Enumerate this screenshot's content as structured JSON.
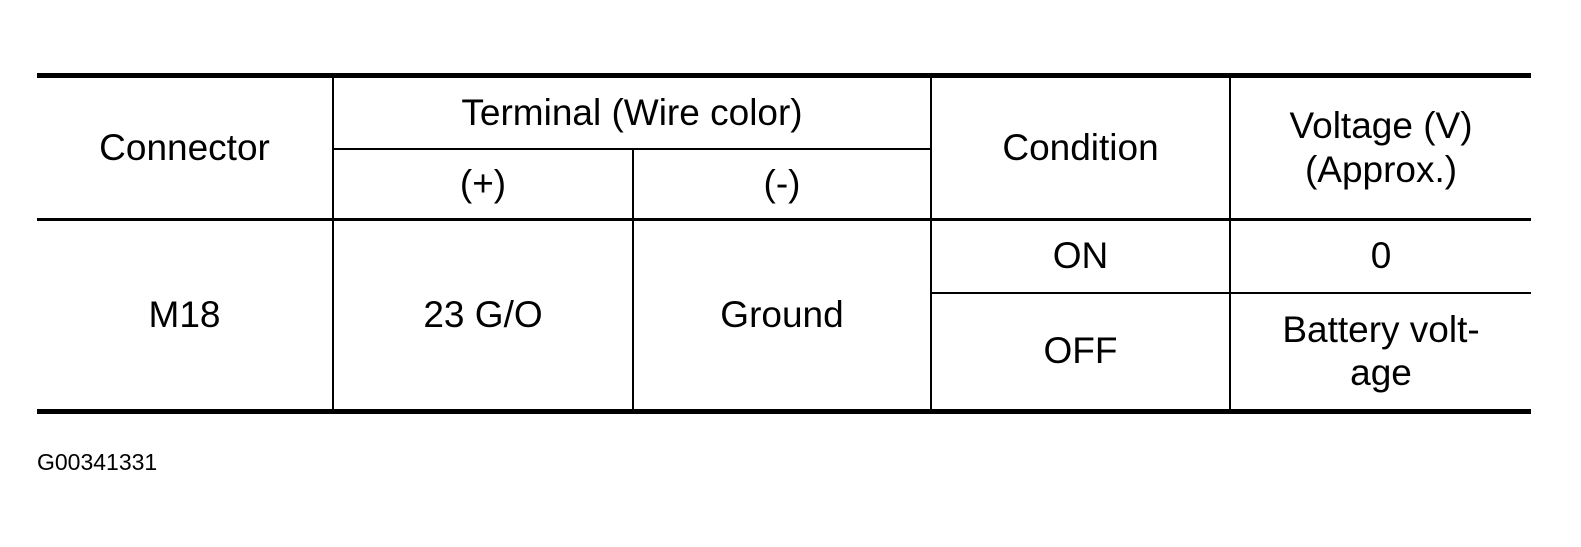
{
  "table": {
    "headers": {
      "connector": "Connector",
      "terminal_group": "Terminal (Wire color)",
      "terminal_plus": "(+)",
      "terminal_minus": "(-)",
      "condition": "Condition",
      "voltage": "Voltage (V)\n(Approx.)"
    },
    "rows": {
      "connector": "M18",
      "terminal_plus": "23 G/O",
      "terminal_minus": "Ground",
      "conditions": [
        {
          "condition": "ON",
          "voltage": "0"
        },
        {
          "condition": "OFF",
          "voltage": "Battery volt-\nage"
        }
      ]
    }
  },
  "figure_id": "G00341331"
}
